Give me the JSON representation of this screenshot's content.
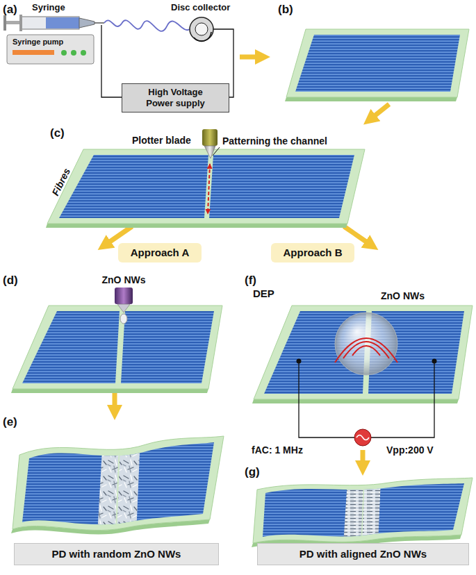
{
  "diagram": {
    "nodes": [
      {
        "text": [
          "High Voltage Power supply"
        ]
      },
      {
        "text": [
          "Approach A"
        ]
      },
      {
        "text": [
          "Approach B"
        ]
      },
      {
        "text": [
          "PD with random ZnO NWs"
        ]
      },
      {
        "text": [
          "PD with aligned ZnO NWs"
        ]
      }
    ],
    "labels": [
      "(a)",
      "Syringe",
      "Disc collector",
      "Syringe pump",
      "(b)",
      "(c)",
      "Plotter blade",
      "Patterning the channel",
      "Fibres",
      "(d)",
      "ZnO NWs",
      "(f)",
      "DEP",
      "ZnO NWs",
      "fAC: 1 MHz",
      "Vpp:200 V",
      "(e)",
      "(g)"
    ]
  }
}
